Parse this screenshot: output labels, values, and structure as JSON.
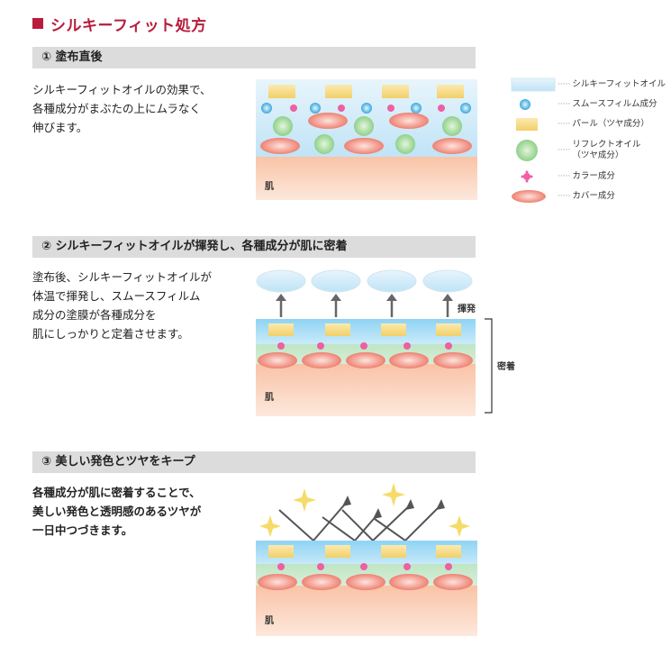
{
  "page_title": "シルキーフィット処方",
  "colors": {
    "accent": "#b81c3c",
    "silky_oil": "#cfe9f8",
    "pearl": "#f7dc86",
    "reflect_oil": "#a8dba4",
    "color_component": "#ee6aa7",
    "cover_component": "#ef8e82",
    "skin": "#fbd0b8",
    "smooth_film": "#5bb7e3"
  },
  "steps": [
    {
      "label": "① 塗布直後",
      "desc_lines": [
        "シルキーフィットオイルの効果で、",
        "各種成分がまぶたの上にムラなく",
        "伸びます。"
      ],
      "skin_label": "肌"
    },
    {
      "label": "② シルキーフィットオイルが揮発し、各種成分が肌に密着",
      "desc_lines": [
        "塗布後、シルキーフィットオイルが",
        "体温で揮発し、スムースフィルム",
        "成分の塗膜が各種成分を",
        "肌にしっかりと定着させます。"
      ],
      "skin_label": "肌",
      "evaporate_label": "揮発",
      "adhere_label": "密着"
    },
    {
      "label": "③ 美しい発色とツヤをキープ",
      "desc_lines": [
        "各種成分が肌に密着することで、",
        "美しい発色と透明感のあるツヤが",
        "一日中つづきます。"
      ],
      "skin_label": "肌"
    }
  ],
  "legend": [
    {
      "icon": "silky-oil",
      "label": "シルキーフィットオイル"
    },
    {
      "icon": "smooth-film",
      "label": "スムースフィルム成分"
    },
    {
      "icon": "pearl",
      "label": "パール（ツヤ成分）"
    },
    {
      "icon": "reflect-oil",
      "label": "リフレクトオイル\n（ツヤ成分）"
    },
    {
      "icon": "color",
      "label": "カラー成分"
    },
    {
      "icon": "cover",
      "label": "カバー成分"
    }
  ]
}
